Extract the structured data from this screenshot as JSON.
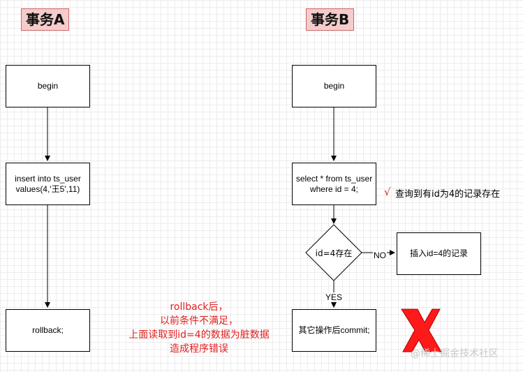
{
  "transaction_a": {
    "title": "事务A",
    "steps": [
      "begin",
      "insert into ts_user\nvalues(4,'王5',11)",
      "rollback;"
    ]
  },
  "transaction_b": {
    "title": "事务B",
    "steps": [
      "begin",
      "select  * from ts_user\nwhere id = 4;"
    ],
    "check_mark": "√",
    "query_note": "查询到有id为4的记录存在",
    "decision": "id=4存在",
    "no_label": "NO",
    "no_box": "插入id=4的记录",
    "yes_label": "YES",
    "yes_box": "其它操作后commit;"
  },
  "explanation": [
    "rollback后，",
    "以前条件不满足，",
    "上面读取到id=4的数据为脏数据",
    "造成程序错误"
  ],
  "watermark": "@稀土掘金技术社区",
  "colors": {
    "accent_red": "#e02020",
    "title_bg": "#f4cccc",
    "cross_red": "#ff0000"
  },
  "icons": {
    "cross": "red-x-icon",
    "check": "check-icon"
  }
}
